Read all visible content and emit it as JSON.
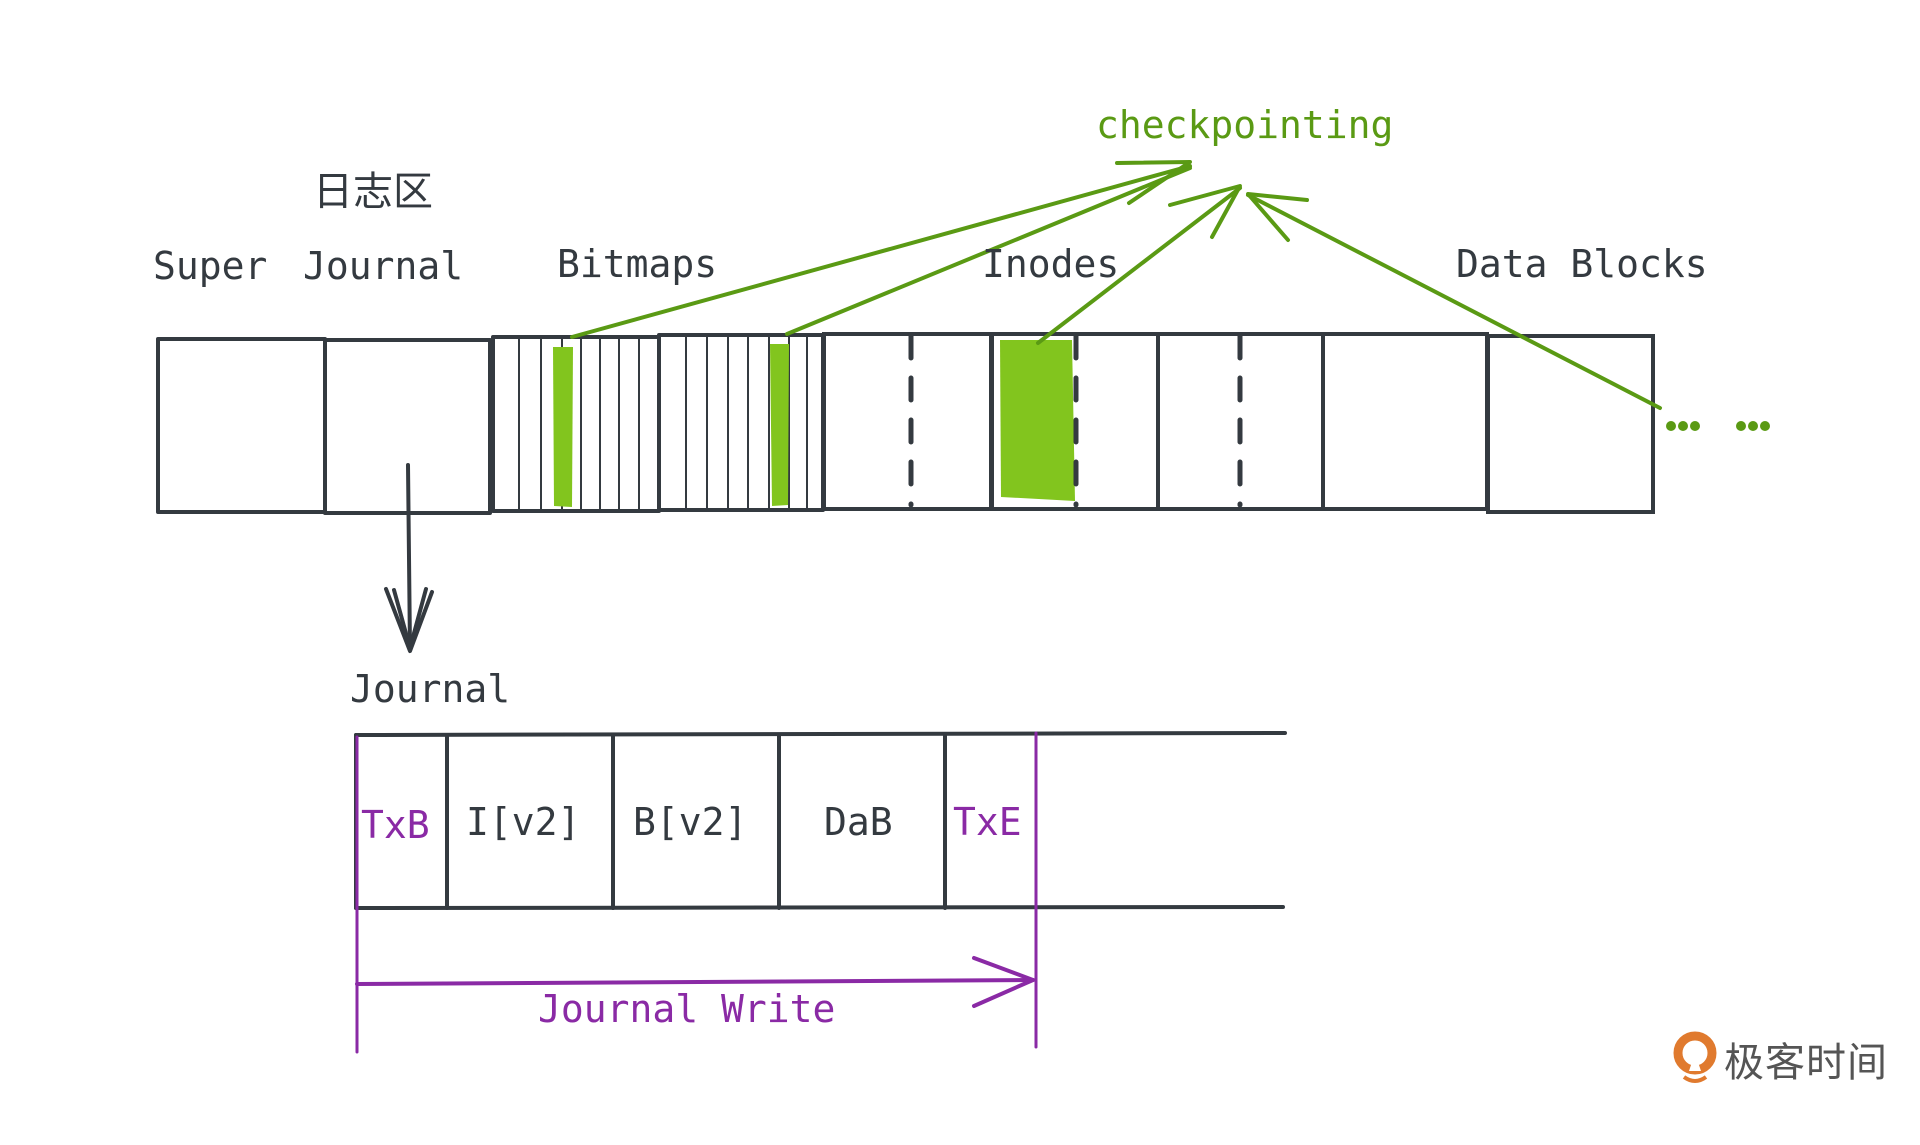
{
  "title_cn": "日志区",
  "layout_labels": {
    "super": "Super",
    "journal": "Journal",
    "bitmaps": "Bitmaps",
    "inodes": "Inodes",
    "data_blocks": "Data Blocks"
  },
  "checkpointing_label": "checkpointing",
  "ellipsis": [
    "...",
    "..."
  ],
  "journal_section": {
    "title": "Journal",
    "cells": [
      {
        "label": "TxB",
        "highlight": true
      },
      {
        "label": "I[v2]",
        "highlight": false
      },
      {
        "label": "B[v2]",
        "highlight": false
      },
      {
        "label": "DaB",
        "highlight": false
      },
      {
        "label": "TxE",
        "highlight": true
      }
    ],
    "range_label": "Journal Write"
  },
  "logo": {
    "text": "极客时间",
    "icon": "geektime-logo-icon"
  },
  "colors": {
    "ink": "#343a40",
    "green_fill": "#82c51e",
    "green_stroke": "#5a9a14",
    "purple": "#8a2aa5",
    "logo_orange": "#e07a2e"
  }
}
